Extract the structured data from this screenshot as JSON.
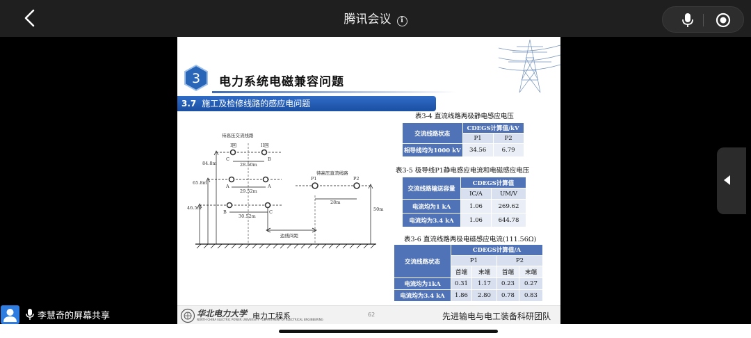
{
  "app": {
    "title": "腾讯会议",
    "info_icon": "info-icon",
    "share_label": "李慧奇的屏幕共享"
  },
  "slide": {
    "section_number": "3",
    "title": "电力系统电磁兼容问题",
    "subsection_number": "3.7",
    "subsection_title": "施工及检修线路的感应电问题",
    "diagram": {
      "ac_line_label": "待高压交流线路",
      "dc_line_label": "待高压直流线路",
      "heights": [
        "84.8m",
        "65.8m",
        "46.5m",
        "50m"
      ],
      "spans": [
        "28.50m",
        "29.52m",
        "30.52m",
        "28m",
        "边线间距"
      ],
      "circuit_labels": [
        "I回",
        "II回"
      ],
      "phase_labels": [
        "C",
        "B",
        "A",
        "A",
        "B",
        "C"
      ],
      "pole_labels": [
        "P1",
        "P2"
      ]
    },
    "table1": {
      "caption": "表3-4 直流线路两极静电感应电压",
      "header_row": "交流线路状态",
      "header_col": "CDEGS计算值/kV",
      "sub_headers": [
        "P1",
        "P2"
      ],
      "rows": [
        {
          "label": "相导线均为1000 kV",
          "values": [
            "34.56",
            "6.79"
          ]
        }
      ]
    },
    "table2": {
      "caption": "表3-5 极导线P1静电感应电流和电磁感应电压",
      "header_row": "交流线路输送容量",
      "header_col": "CDEGS计算值",
      "sub_headers": [
        "IC/A",
        "UM/V"
      ],
      "rows": [
        {
          "label": "电流均为1 kA",
          "values": [
            "1.06",
            "269.62"
          ]
        },
        {
          "label": "电流均为3.4 kA",
          "values": [
            "1.06",
            "644.78"
          ]
        }
      ]
    },
    "table3": {
      "caption": "表3-6 直流线路两极电磁感应电流(111.56Ω)",
      "header_row": "交流线路状态",
      "header_col": "CDEGS计算值/A",
      "poles": [
        "P1",
        "P2"
      ],
      "sub_headers": [
        "首端",
        "末端",
        "首端",
        "末端"
      ],
      "rows": [
        {
          "label": "电流均为1kA",
          "values": [
            "0.31",
            "1.17",
            "0.23",
            "0.27"
          ]
        },
        {
          "label": "电流均为3.4 kA",
          "values": [
            "1.86",
            "2.80",
            "0.78",
            "0.83"
          ]
        }
      ]
    },
    "footer": {
      "university": "华北电力大学",
      "university_en": "NORTH CHINA ELECTRIC POWER UNIVERSITY · DEPARTMENT OF ELECTRICAL ENGINEERING",
      "department": "电力工程系",
      "page_number": "62",
      "team": "先进输电与电工装备科研团队"
    }
  },
  "colors": {
    "topbar": "#1f1f1f",
    "accent_blue": "#2f6cc7",
    "table_header": "#4f73b6",
    "table_cell": "#d8dfee"
  }
}
